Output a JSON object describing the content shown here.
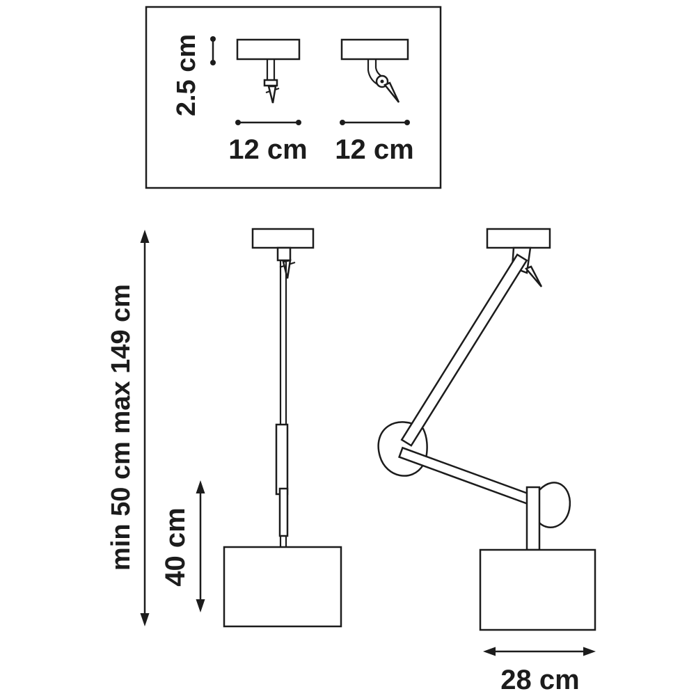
{
  "diagram": {
    "type": "technical-dimension-drawing",
    "subject": "pendant lamp dimension diagram: ceiling canopy details, straight front view and articulated side view",
    "background": "#ffffff",
    "line_color": "#1c1c1c",
    "detail_box": {
      "plate_thickness_label": "2.5 cm",
      "canopy_straight_width_label": "12 cm",
      "canopy_angled_width_label": "12 cm"
    },
    "front_view": {
      "overall_height_label": "min 50 cm max 149 cm",
      "shade_drop_label": "40 cm"
    },
    "side_view": {
      "shade_width_label": "28 cm"
    }
  }
}
